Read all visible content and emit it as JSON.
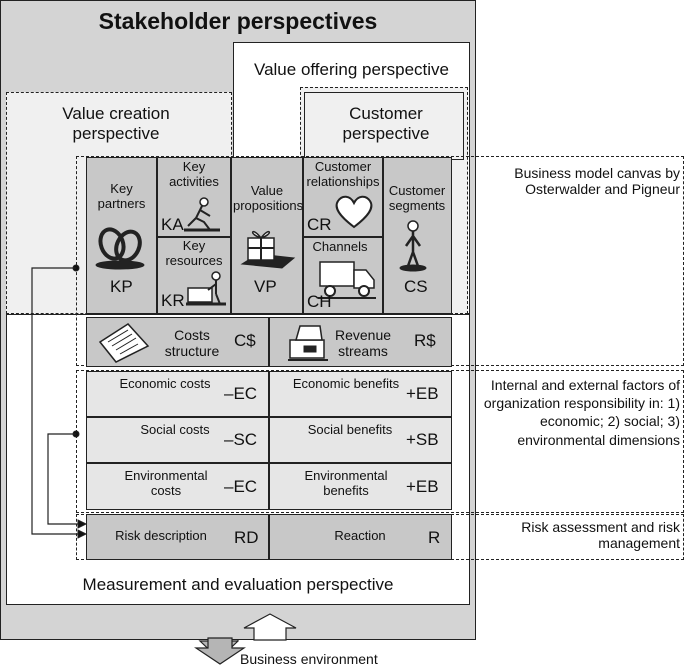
{
  "title": "Stakeholder perspectives",
  "perspectives": {
    "value_offering": "Value offering perspective",
    "value_creation": "Value creation perspective",
    "customer": "Customer perspective",
    "measurement": "Measurement and evaluation perspective"
  },
  "canvas": {
    "key_partners": {
      "label": "Key partners",
      "code": "KP"
    },
    "key_activities": {
      "label": "Key activities",
      "code": "KA"
    },
    "key_resources": {
      "label": "Key resources",
      "code": "KR"
    },
    "value_propositions": {
      "label": "Value propositions",
      "code": "VP"
    },
    "customer_relationships": {
      "label": "Customer relationships",
      "code": "CR"
    },
    "channels": {
      "label": "Channels",
      "code": "CH"
    },
    "customer_segments": {
      "label": "Customer segments",
      "code": "CS"
    },
    "costs_structure": {
      "label": "Costs structure",
      "code": "C$"
    },
    "revenue_streams": {
      "label": "Revenue streams",
      "code": "R$"
    }
  },
  "factors": {
    "economic_costs": {
      "label": "Economic costs",
      "code": "–EC"
    },
    "economic_benefits": {
      "label": "Economic benefits",
      "code": "+EB"
    },
    "social_costs": {
      "label": "Social costs",
      "code": "–SC"
    },
    "social_benefits": {
      "label": "Social benefits",
      "code": "+SB"
    },
    "environmental_costs": {
      "label": "Environmental costs",
      "code": "–EC"
    },
    "environmental_benefits": {
      "label": "Environmental benefits",
      "code": "+EB"
    }
  },
  "risk": {
    "description": {
      "label": "Risk description",
      "code": "RD"
    },
    "reaction": {
      "label": "Reaction",
      "code": "R"
    }
  },
  "annotations": {
    "bmc": "Business model canvas by Osterwalder and Pigneur",
    "factors": "Internal and external factors of organization responsibility in: 1) economic; 2) social; 3) environmental dimensions",
    "risk": "Risk assessment and risk management"
  },
  "business_environment": "Business environment",
  "colors": {
    "outer_bg": "#d4d4d4",
    "cell_bg": "#c8c8c8",
    "light_bg": "#e6e6e6",
    "line": "#222222"
  }
}
